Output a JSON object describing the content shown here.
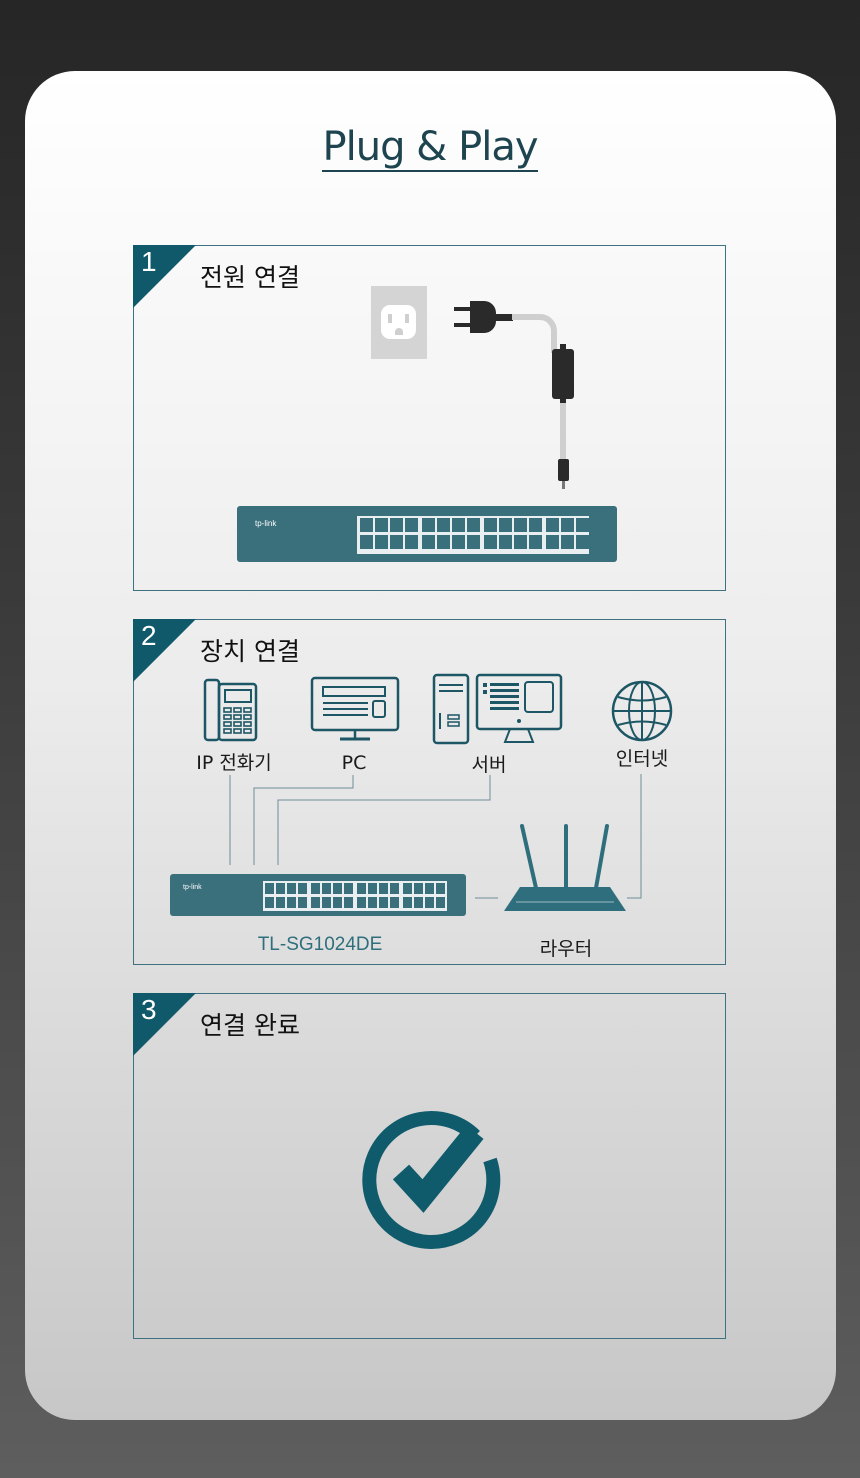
{
  "title": "Plug & Play",
  "steps": [
    {
      "number": "1",
      "title": "전원 연결"
    },
    {
      "number": "2",
      "title": "장치 연결"
    },
    {
      "number": "3",
      "title": "연결 완료"
    }
  ],
  "brand": "tp-link",
  "devices": {
    "phone": "IP 전화기",
    "pc": "PC",
    "server": "서버",
    "internet": "인터넷",
    "switch_model": "TL-SG1024DE",
    "router": "라우터"
  },
  "colors": {
    "accent": "#10596a",
    "switch": "#3a6f7c",
    "check": "#0f5b6b"
  }
}
